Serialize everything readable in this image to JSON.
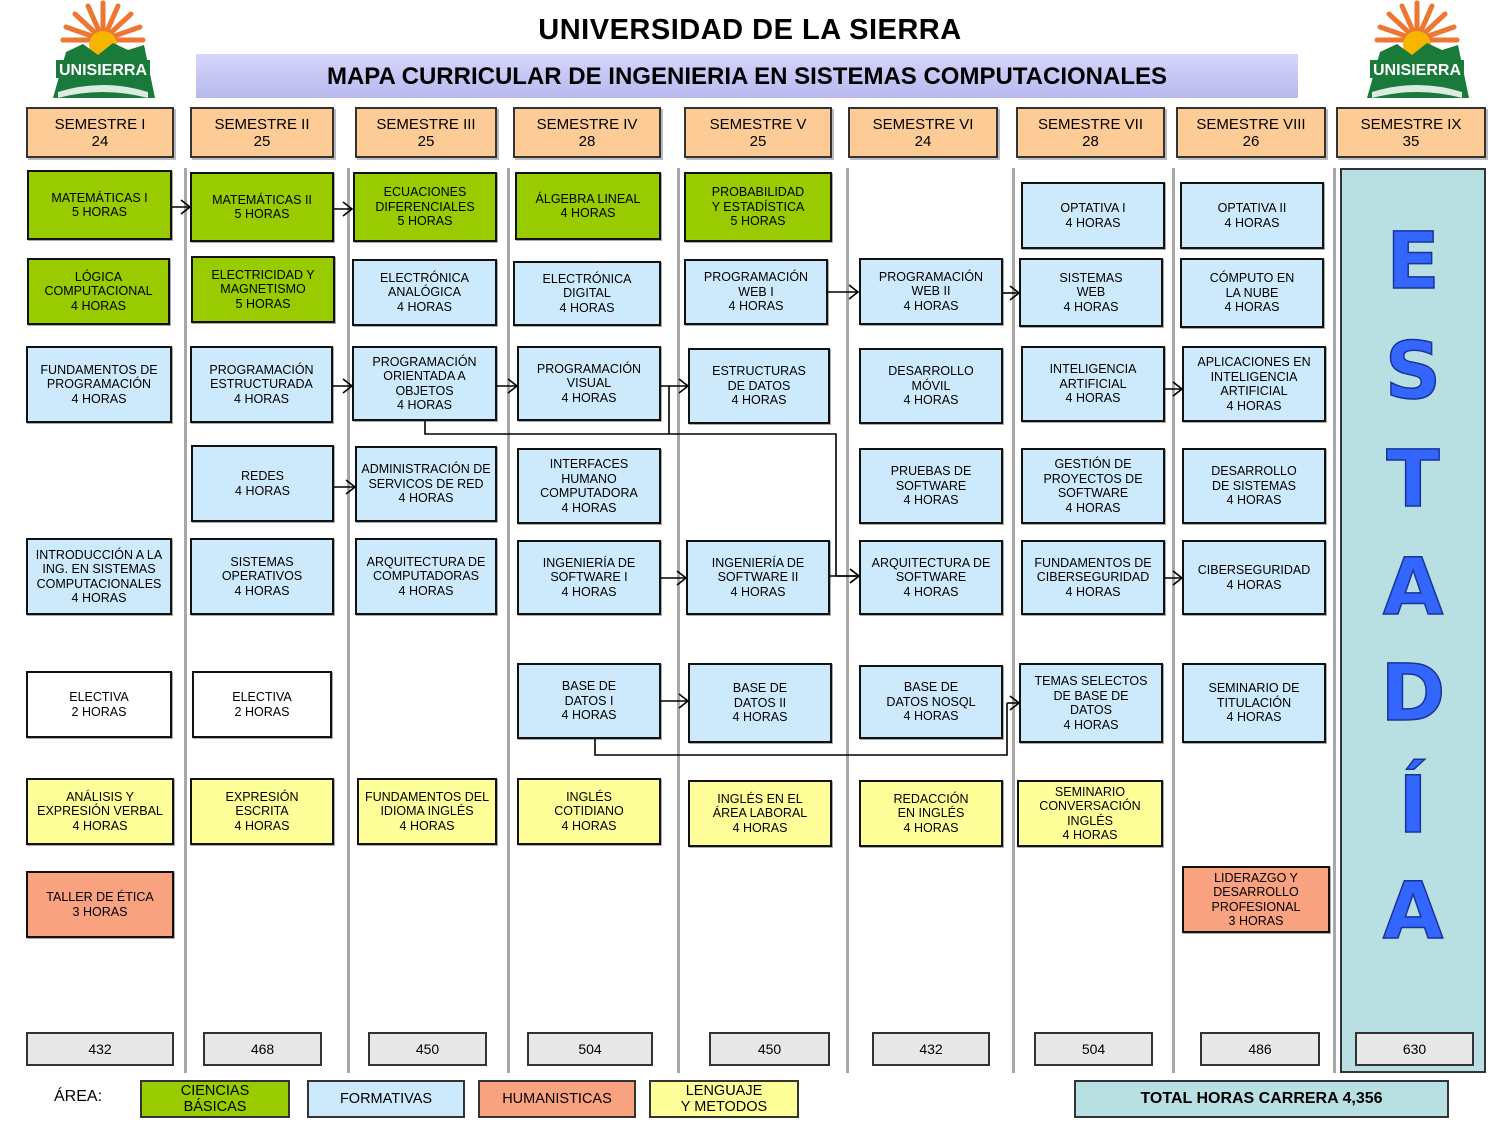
{
  "header": {
    "title": "UNIVERSIDAD  DE LA SIERRA",
    "subtitle": "MAPA CURRICULAR DE INGENIERIA EN SISTEMAS COMPUTACIONALES",
    "logo_text": "UNISIERRA"
  },
  "colors": {
    "ciencias_basicas": "#99cc00",
    "formativas": "#cdeafc",
    "humanisticas": "#f9a280",
    "lenguaje": "#ffff99",
    "semester_header": "#fdcb96",
    "estadia": "#b8dfe1"
  },
  "semesters": [
    {
      "label": "SEMESTRE I",
      "credits": "24",
      "total": "432",
      "courses": [
        {
          "lines": [
            "MATEMÁTICAS I",
            "5 HORAS"
          ],
          "area": "green"
        },
        {
          "lines": [
            "LÓGICA",
            "COMPUTACIONAL",
            "4 HORAS"
          ],
          "area": "green"
        },
        {
          "lines": [
            "FUNDAMENTOS DE",
            "PROGRAMACIÓN",
            "4 HORAS"
          ],
          "area": "blue"
        },
        {
          "lines": [
            "INTRODUCCIÓN A LA",
            "ING. EN SISTEMAS",
            "COMPUTACIONALES",
            "4 HORAS"
          ],
          "area": "blue"
        },
        {
          "lines": [
            "ELECTIVA",
            "2 HORAS"
          ],
          "area": "white"
        },
        {
          "lines": [
            "ANÁLISIS Y",
            "EXPRESIÓN VERBAL",
            "4 HORAS"
          ],
          "area": "yellow"
        },
        {
          "lines": [
            "TALLER  DE ÉTICA",
            "3 HORAS"
          ],
          "area": "salmon"
        }
      ]
    },
    {
      "label": "SEMESTRE II",
      "credits": "25",
      "total": "468",
      "courses": [
        {
          "lines": [
            "MATEMÁTICAS II",
            "5 HORAS"
          ],
          "area": "green"
        },
        {
          "lines": [
            "ELECTRICIDAD Y",
            "MAGNETISMO",
            "5 HORAS"
          ],
          "area": "green"
        },
        {
          "lines": [
            "PROGRAMACIÓN",
            "ESTRUCTURADA",
            "4 HORAS"
          ],
          "area": "blue"
        },
        {
          "lines": [
            "REDES",
            "4 HORAS"
          ],
          "area": "blue"
        },
        {
          "lines": [
            "SISTEMAS",
            "OPERATIVOS",
            "4 HORAS"
          ],
          "area": "blue"
        },
        {
          "lines": [
            "ELECTIVA",
            "2 HORAS"
          ],
          "area": "white"
        },
        {
          "lines": [
            "EXPRESIÓN",
            "ESCRITA",
            "4 HORAS"
          ],
          "area": "yellow"
        }
      ]
    },
    {
      "label": "SEMESTRE III",
      "credits": "25",
      "total": "450",
      "courses": [
        {
          "lines": [
            "ECUACIONES",
            "DIFERENCIALES",
            "5 HORAS"
          ],
          "area": "green"
        },
        {
          "lines": [
            "ELECTRÓNICA",
            "ANALÓGICA",
            "4 HORAS"
          ],
          "area": "blue"
        },
        {
          "lines": [
            "PROGRAMACIÓN",
            "ORIENTADA A",
            "OBJETOS",
            "4 HORAS"
          ],
          "area": "blue"
        },
        {
          "lines": [
            "ADMINISTRACIÓN DE",
            "SERVICOS DE RED",
            "4 HORAS"
          ],
          "area": "blue"
        },
        {
          "lines": [
            "ARQUITECTURA DE",
            "COMPUTADORAS",
            "4 HORAS"
          ],
          "area": "blue"
        },
        {
          "lines": [
            "FUNDAMENTOS DEL",
            "IDIOMA INGLÉS",
            "4 HORAS"
          ],
          "area": "yellow"
        }
      ]
    },
    {
      "label": "SEMESTRE IV",
      "credits": "28",
      "total": "504",
      "courses": [
        {
          "lines": [
            "ÁLGEBRA LINEAL",
            "4 HORAS"
          ],
          "area": "green"
        },
        {
          "lines": [
            "ELECTRÓNICA",
            "DIGITAL",
            "4 HORAS"
          ],
          "area": "blue"
        },
        {
          "lines": [
            "PROGRAMACIÓN",
            "VISUAL",
            "4 HORAS"
          ],
          "area": "blue"
        },
        {
          "lines": [
            "INTERFACES",
            "HUMANO",
            "COMPUTADORA",
            "4 HORAS"
          ],
          "area": "blue"
        },
        {
          "lines": [
            "INGENIERÍA DE",
            "SOFTWARE I",
            "4 HORAS"
          ],
          "area": "blue"
        },
        {
          "lines": [
            "BASE DE",
            "DATOS I",
            "4 HORAS"
          ],
          "area": "blue"
        },
        {
          "lines": [
            "INGLÉS",
            "COTIDIANO",
            "4 HORAS"
          ],
          "area": "yellow"
        }
      ]
    },
    {
      "label": "SEMESTRE V",
      "credits": "25",
      "total": "450",
      "courses": [
        {
          "lines": [
            "PROBABILIDAD",
            "Y ESTADÍSTICA",
            "5 HORAS"
          ],
          "area": "green"
        },
        {
          "lines": [
            "PROGRAMACIÓN",
            "WEB I",
            "4 HORAS"
          ],
          "area": "blue"
        },
        {
          "lines": [
            "ESTRUCTURAS",
            "DE DATOS",
            "4 HORAS"
          ],
          "area": "blue"
        },
        {
          "lines": [
            "INGENIERÍA DE",
            "SOFTWARE II",
            "4 HORAS"
          ],
          "area": "blue"
        },
        {
          "lines": [
            "BASE DE",
            "DATOS II",
            "4 HORAS"
          ],
          "area": "blue"
        },
        {
          "lines": [
            "INGLÉS EN EL",
            "ÁREA LABORAL",
            "4 HORAS"
          ],
          "area": "yellow"
        }
      ]
    },
    {
      "label": "SEMESTRE VI",
      "credits": "24",
      "total": "432",
      "courses": [
        {
          "lines": [
            "PROGRAMACIÓN",
            "WEB II",
            "4 HORAS"
          ],
          "area": "blue"
        },
        {
          "lines": [
            "DESARROLLO",
            "MÓVIL",
            "4 HORAS"
          ],
          "area": "blue"
        },
        {
          "lines": [
            "PRUEBAS DE",
            "SOFTWARE",
            "4 HORAS"
          ],
          "area": "blue"
        },
        {
          "lines": [
            "ARQUITECTURA DE",
            "SOFTWARE",
            "4 HORAS"
          ],
          "area": "blue"
        },
        {
          "lines": [
            "BASE DE",
            "DATOS NOSQL",
            "4 HORAS"
          ],
          "area": "blue"
        },
        {
          "lines": [
            "REDACCIÓN",
            "EN INGLÉS",
            "4 HORAS"
          ],
          "area": "yellow"
        }
      ]
    },
    {
      "label": "SEMESTRE VII",
      "credits": "28",
      "total": "504",
      "courses": [
        {
          "lines": [
            "OPTATIVA I",
            "4 HORAS"
          ],
          "area": "blue"
        },
        {
          "lines": [
            "SISTEMAS",
            "WEB",
            "4 HORAS"
          ],
          "area": "blue"
        },
        {
          "lines": [
            "INTELIGENCIA",
            "ARTIFICIAL",
            "4 HORAS"
          ],
          "area": "blue"
        },
        {
          "lines": [
            "GESTIÓN DE",
            "PROYECTOS DE",
            "SOFTWARE",
            "4 HORAS"
          ],
          "area": "blue"
        },
        {
          "lines": [
            "FUNDAMENTOS DE",
            "CIBERSEGURIDAD",
            "4 HORAS"
          ],
          "area": "blue"
        },
        {
          "lines": [
            "TEMAS SELECTOS",
            "DE BASE DE",
            "DATOS",
            "4 HORAS"
          ],
          "area": "blue"
        },
        {
          "lines": [
            "SEMINARIO",
            "CONVERSACIÓN",
            "INGLÉS",
            "4 HORAS"
          ],
          "area": "yellow"
        }
      ]
    },
    {
      "label": "SEMESTRE VIII",
      "credits": "26",
      "total": "486",
      "courses": [
        {
          "lines": [
            "OPTATIVA II",
            "4 HORAS"
          ],
          "area": "blue"
        },
        {
          "lines": [
            "CÓMPUTO EN",
            "LA NUBE",
            "4 HORAS"
          ],
          "area": "blue"
        },
        {
          "lines": [
            "APLICACIONES EN",
            "INTELIGENCIA",
            "ARTIFICIAL",
            "4 HORAS"
          ],
          "area": "blue"
        },
        {
          "lines": [
            "DESARROLLO",
            "DE SISTEMAS",
            "4 HORAS"
          ],
          "area": "blue"
        },
        {
          "lines": [
            "CIBERSEGURIDAD",
            "4 HORAS"
          ],
          "area": "blue"
        },
        {
          "lines": [
            "SEMINARIO DE",
            "TITULACIÓN",
            "4 HORAS"
          ],
          "area": "blue"
        },
        {
          "lines": [
            "LIDERAZGO Y",
            "DESARROLLO",
            "PROFESIONAL",
            "3 HORAS"
          ],
          "area": "salmon"
        }
      ]
    },
    {
      "label": "SEMESTRE IX",
      "credits": "35",
      "total": "630",
      "courses": []
    }
  ],
  "estadia": {
    "letters": [
      "E",
      "S",
      "T",
      "A",
      "D",
      "Í",
      "A"
    ]
  },
  "legend": {
    "label": "ÁREA:",
    "items": [
      {
        "lines": [
          "CIENCIAS",
          "BÁSICAS"
        ],
        "area": "green"
      },
      {
        "lines": [
          "FORMATIVAS"
        ],
        "area": "blue"
      },
      {
        "lines": [
          "HUMANISTICAS"
        ],
        "area": "salmon"
      },
      {
        "lines": [
          "LENGUAJE",
          "Y METODOS"
        ],
        "area": "yellow"
      }
    ]
  },
  "grand_total": "TOTAL HORAS CARRERA 4,356"
}
